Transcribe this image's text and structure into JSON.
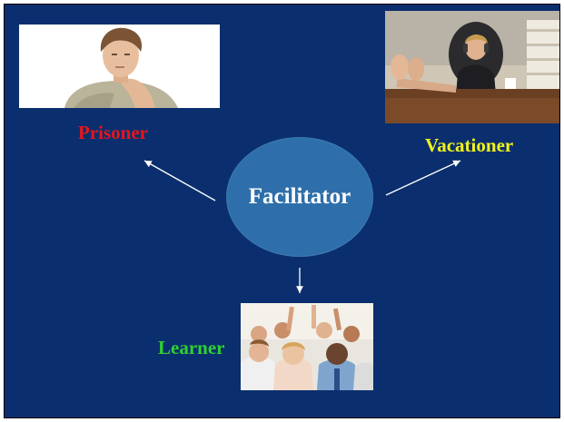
{
  "center": {
    "label": "Facilitator"
  },
  "roles": {
    "prisoner": {
      "label": "Prisoner",
      "color": "#e8151b"
    },
    "vacationer": {
      "label": "Vacationer",
      "color": "#f2f21b"
    },
    "learner": {
      "label": "Learner",
      "color": "#2fd12f"
    }
  },
  "colors": {
    "background": "#0b2f6e",
    "hub": "#2e6fab",
    "arrow": "#ffffff"
  },
  "images": {
    "prisoner": "bored-student-photo",
    "vacationer": "feet-on-desk-photo",
    "learner": "raised-hands-audience-photo"
  }
}
